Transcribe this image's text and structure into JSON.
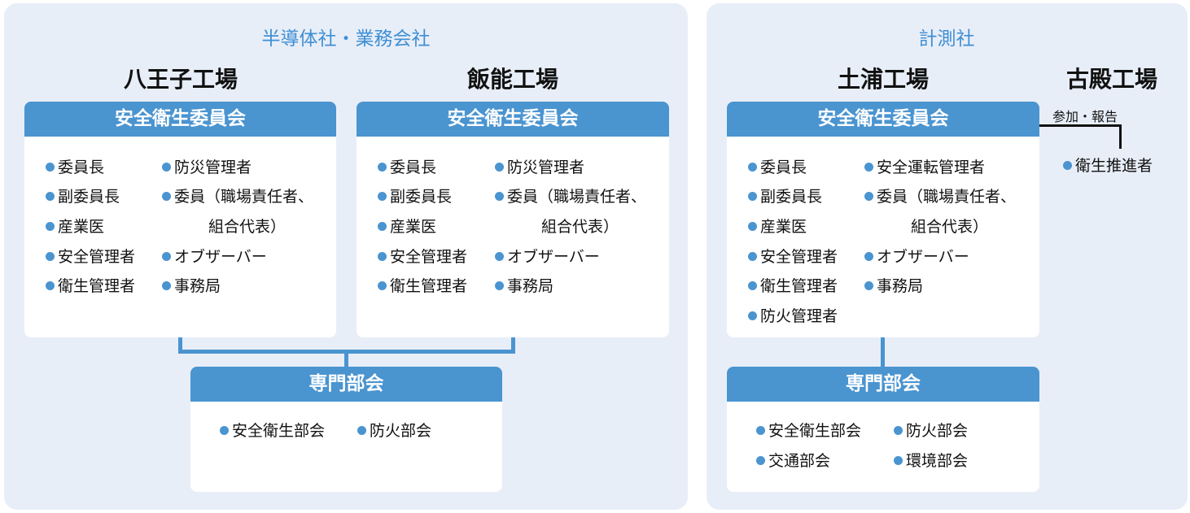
{
  "colors": {
    "accent": "#4a94d0",
    "panel_bg": "#e8eef8",
    "org_title": "#3f8fd4"
  },
  "left_org": {
    "title": "半導体社・業務会社",
    "factories": [
      {
        "name": "八王子工場",
        "committee": {
          "title": "安全衛生委員会",
          "col1": [
            "委員長",
            "副委員長",
            "産業医",
            "安全管理者",
            "衛生管理者"
          ],
          "col2": [
            "防災管理者",
            "委員（職場責任者、",
            "オブザーバー",
            "事務局"
          ],
          "col2_continuation": "組合代表）"
        }
      },
      {
        "name": "飯能工場",
        "committee": {
          "title": "安全衛生委員会",
          "col1": [
            "委員長",
            "副委員長",
            "産業医",
            "安全管理者",
            "衛生管理者"
          ],
          "col2": [
            "防災管理者",
            "委員（職場責任者、",
            "オブザーバー",
            "事務局"
          ],
          "col2_continuation": "組合代表）"
        }
      }
    ],
    "subcommittee": {
      "title": "専門部会",
      "items": [
        "安全衛生部会",
        "防火部会"
      ]
    }
  },
  "right_org": {
    "title": "計測社",
    "factories": [
      {
        "name": "土浦工場",
        "committee": {
          "title": "安全衛生委員会",
          "col1": [
            "委員長",
            "副委員長",
            "産業医",
            "安全管理者",
            "衛生管理者",
            "防火管理者"
          ],
          "col2": [
            "安全運転管理者",
            "委員（職場責任者、",
            "オブザーバー",
            "事務局"
          ],
          "col2_continuation": "組合代表）"
        }
      },
      {
        "name": "古殿工場",
        "relation_label": "参加・報告",
        "items": [
          "衛生推進者"
        ]
      }
    ],
    "subcommittee": {
      "title": "専門部会",
      "items": [
        "安全衛生部会",
        "防火部会",
        "交通部会",
        "環境部会"
      ]
    }
  }
}
